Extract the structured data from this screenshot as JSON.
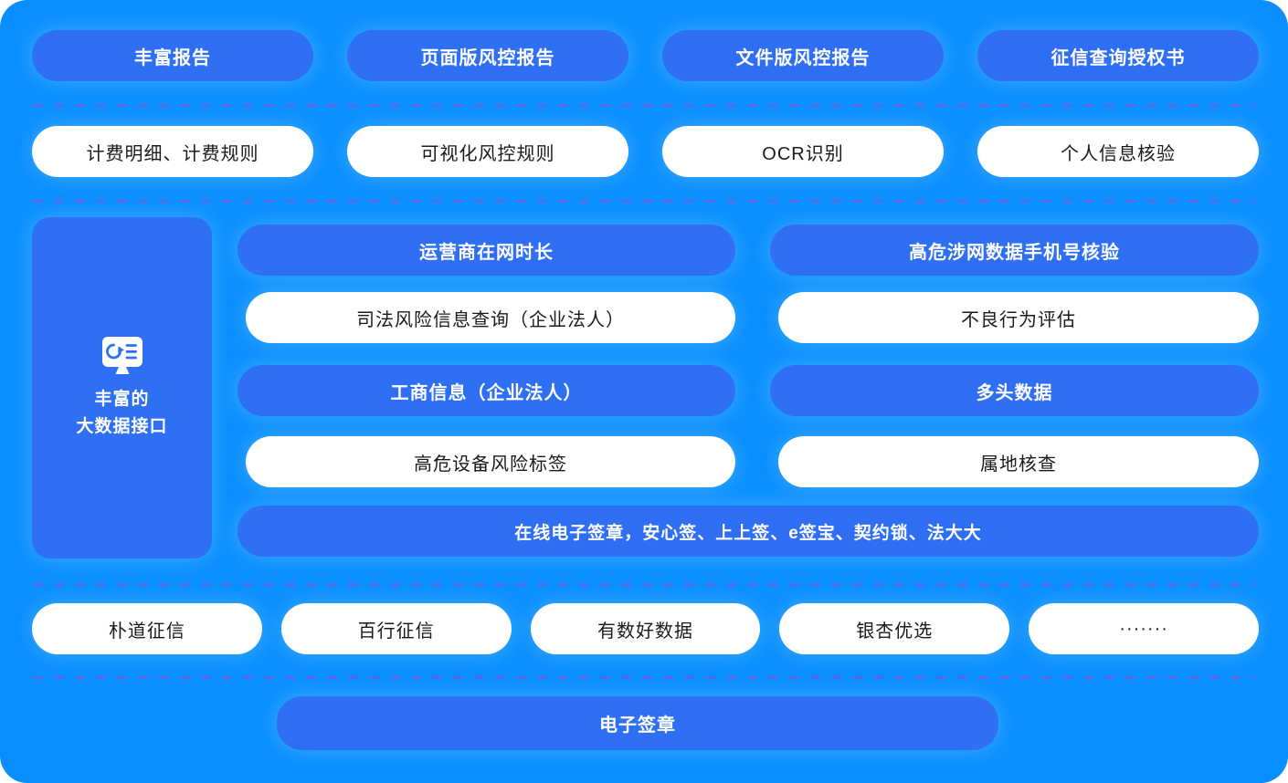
{
  "theme": {
    "background_blue": "#0A8FFE",
    "pill_blue": "#2E6FF3",
    "pill_white": "#FFFFFF",
    "text_on_blue": "#FFFFFF",
    "text_on_white": "#1A1A1A",
    "dash_purple": "#8A4FD8"
  },
  "top_row": {
    "items": [
      {
        "label": "丰富报告"
      },
      {
        "label": "页面版风控报告"
      },
      {
        "label": "文件版风控报告"
      },
      {
        "label": "征信查询授权书"
      }
    ]
  },
  "second_row": {
    "items": [
      {
        "label": "计费明细、计费规则"
      },
      {
        "label": "可视化风控规则"
      },
      {
        "label": "OCR识别"
      },
      {
        "label": "个人信息核验"
      }
    ]
  },
  "data_section": {
    "side_box": {
      "icon": "monitor-data-search-icon",
      "title_line1": "丰富的",
      "title_line2": "大数据接口"
    },
    "col_left": {
      "items": [
        {
          "label": "运营商在网时长",
          "style": "blue"
        },
        {
          "label": "司法风险信息查询（企业法人）",
          "style": "white"
        },
        {
          "label": "工商信息（企业法人）",
          "style": "blue"
        },
        {
          "label": "高危设备风险标签",
          "style": "white"
        }
      ]
    },
    "col_right": {
      "items": [
        {
          "label": "高危涉网数据手机号核验",
          "style": "blue"
        },
        {
          "label": "不良行为评估",
          "style": "white"
        },
        {
          "label": "多头数据",
          "style": "blue"
        },
        {
          "label": "属地核查",
          "style": "white"
        }
      ]
    },
    "signature_bar": {
      "label": "在线电子签章，安心签、上上签、e签宝、契约锁、法大大"
    }
  },
  "partners_row": {
    "items": [
      {
        "label": "朴道征信"
      },
      {
        "label": "百行征信"
      },
      {
        "label": "有数好数据"
      },
      {
        "label": "银杏优选"
      },
      {
        "label": "·······"
      }
    ]
  },
  "footer": {
    "label": "电子签章"
  }
}
